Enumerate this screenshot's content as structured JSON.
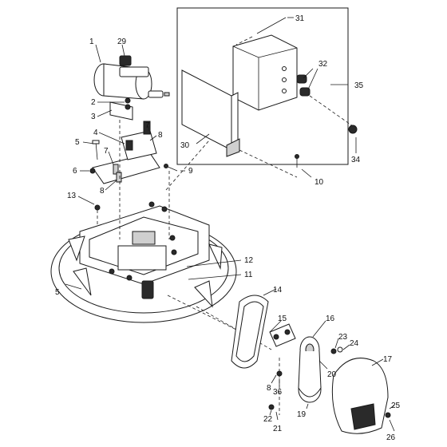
{
  "callouts": [
    {
      "id": "c1",
      "text": "1"
    },
    {
      "id": "c29",
      "text": "29"
    },
    {
      "id": "c2",
      "text": "2"
    },
    {
      "id": "c3",
      "text": "3"
    },
    {
      "id": "c4",
      "text": "4"
    },
    {
      "id": "c7a",
      "text": "7"
    },
    {
      "id": "c8a",
      "text": "8"
    },
    {
      "id": "c5a",
      "text": "5"
    },
    {
      "id": "c7b",
      "text": "7"
    },
    {
      "id": "c6",
      "text": "6"
    },
    {
      "id": "c8b",
      "text": "8"
    },
    {
      "id": "c9",
      "text": "9"
    },
    {
      "id": "c13",
      "text": "13"
    },
    {
      "id": "c31",
      "text": "31"
    },
    {
      "id": "c32",
      "text": "32"
    },
    {
      "id": "c35",
      "text": "35"
    },
    {
      "id": "c30",
      "text": "30"
    },
    {
      "id": "c34",
      "text": "34"
    },
    {
      "id": "c10",
      "text": "10"
    },
    {
      "id": "c12",
      "text": "12"
    },
    {
      "id": "c11",
      "text": "11"
    },
    {
      "id": "c5b",
      "text": "5"
    },
    {
      "id": "c14",
      "text": "14"
    },
    {
      "id": "c15",
      "text": "15"
    },
    {
      "id": "c16",
      "text": "16"
    },
    {
      "id": "c23",
      "text": "23"
    },
    {
      "id": "c24",
      "text": "24"
    },
    {
      "id": "c17",
      "text": "17"
    },
    {
      "id": "c20",
      "text": "20"
    },
    {
      "id": "c8c",
      "text": "8"
    },
    {
      "id": "c36",
      "text": "36"
    },
    {
      "id": "c19",
      "text": "19"
    },
    {
      "id": "c22",
      "text": "22"
    },
    {
      "id": "c21",
      "text": "21"
    },
    {
      "id": "c25",
      "text": "25"
    },
    {
      "id": "c26",
      "text": "26"
    }
  ]
}
